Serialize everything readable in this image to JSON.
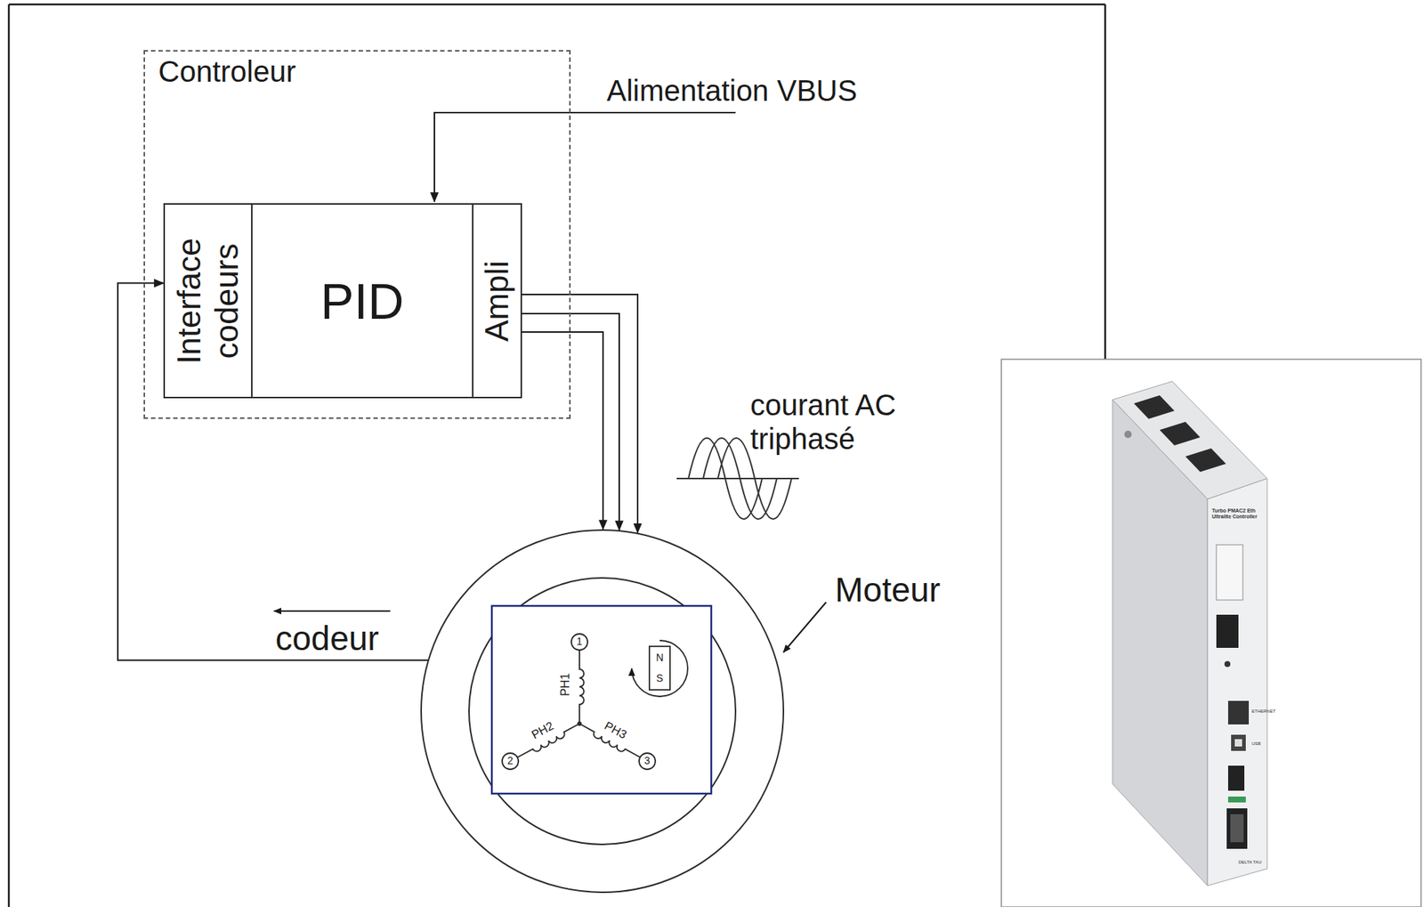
{
  "diagram": {
    "nodes": [
      {
        "text": [
          "Controleur"
        ]
      },
      {
        "text": [
          "Interface codeurs"
        ],
        "in": 0
      },
      {
        "text": [
          "PID"
        ],
        "in": 0
      },
      {
        "text": [
          "Ampli"
        ],
        "in": 0
      },
      {
        "text": [
          "Moteur"
        ]
      }
    ],
    "edges": [
      {
        "from": 3,
        "to": 4,
        "arrow": "to"
      },
      {
        "from": 3,
        "to": 4,
        "arrow": "to"
      },
      {
        "from": 3,
        "to": 4,
        "arrow": "to"
      },
      {
        "from": 4,
        "to": 1,
        "label": "codeur",
        "arrow": "to"
      }
    ],
    "labels": [
      "Alimentation VBUS",
      "courant AC triphasé",
      "PH1",
      "PH2",
      "PH3",
      "1",
      "2",
      "3",
      "N",
      "S",
      "Turbo PMAC2 Eth Ultralite Controller",
      "ETHERNET",
      "USB",
      "DELTA TAU"
    ]
  }
}
